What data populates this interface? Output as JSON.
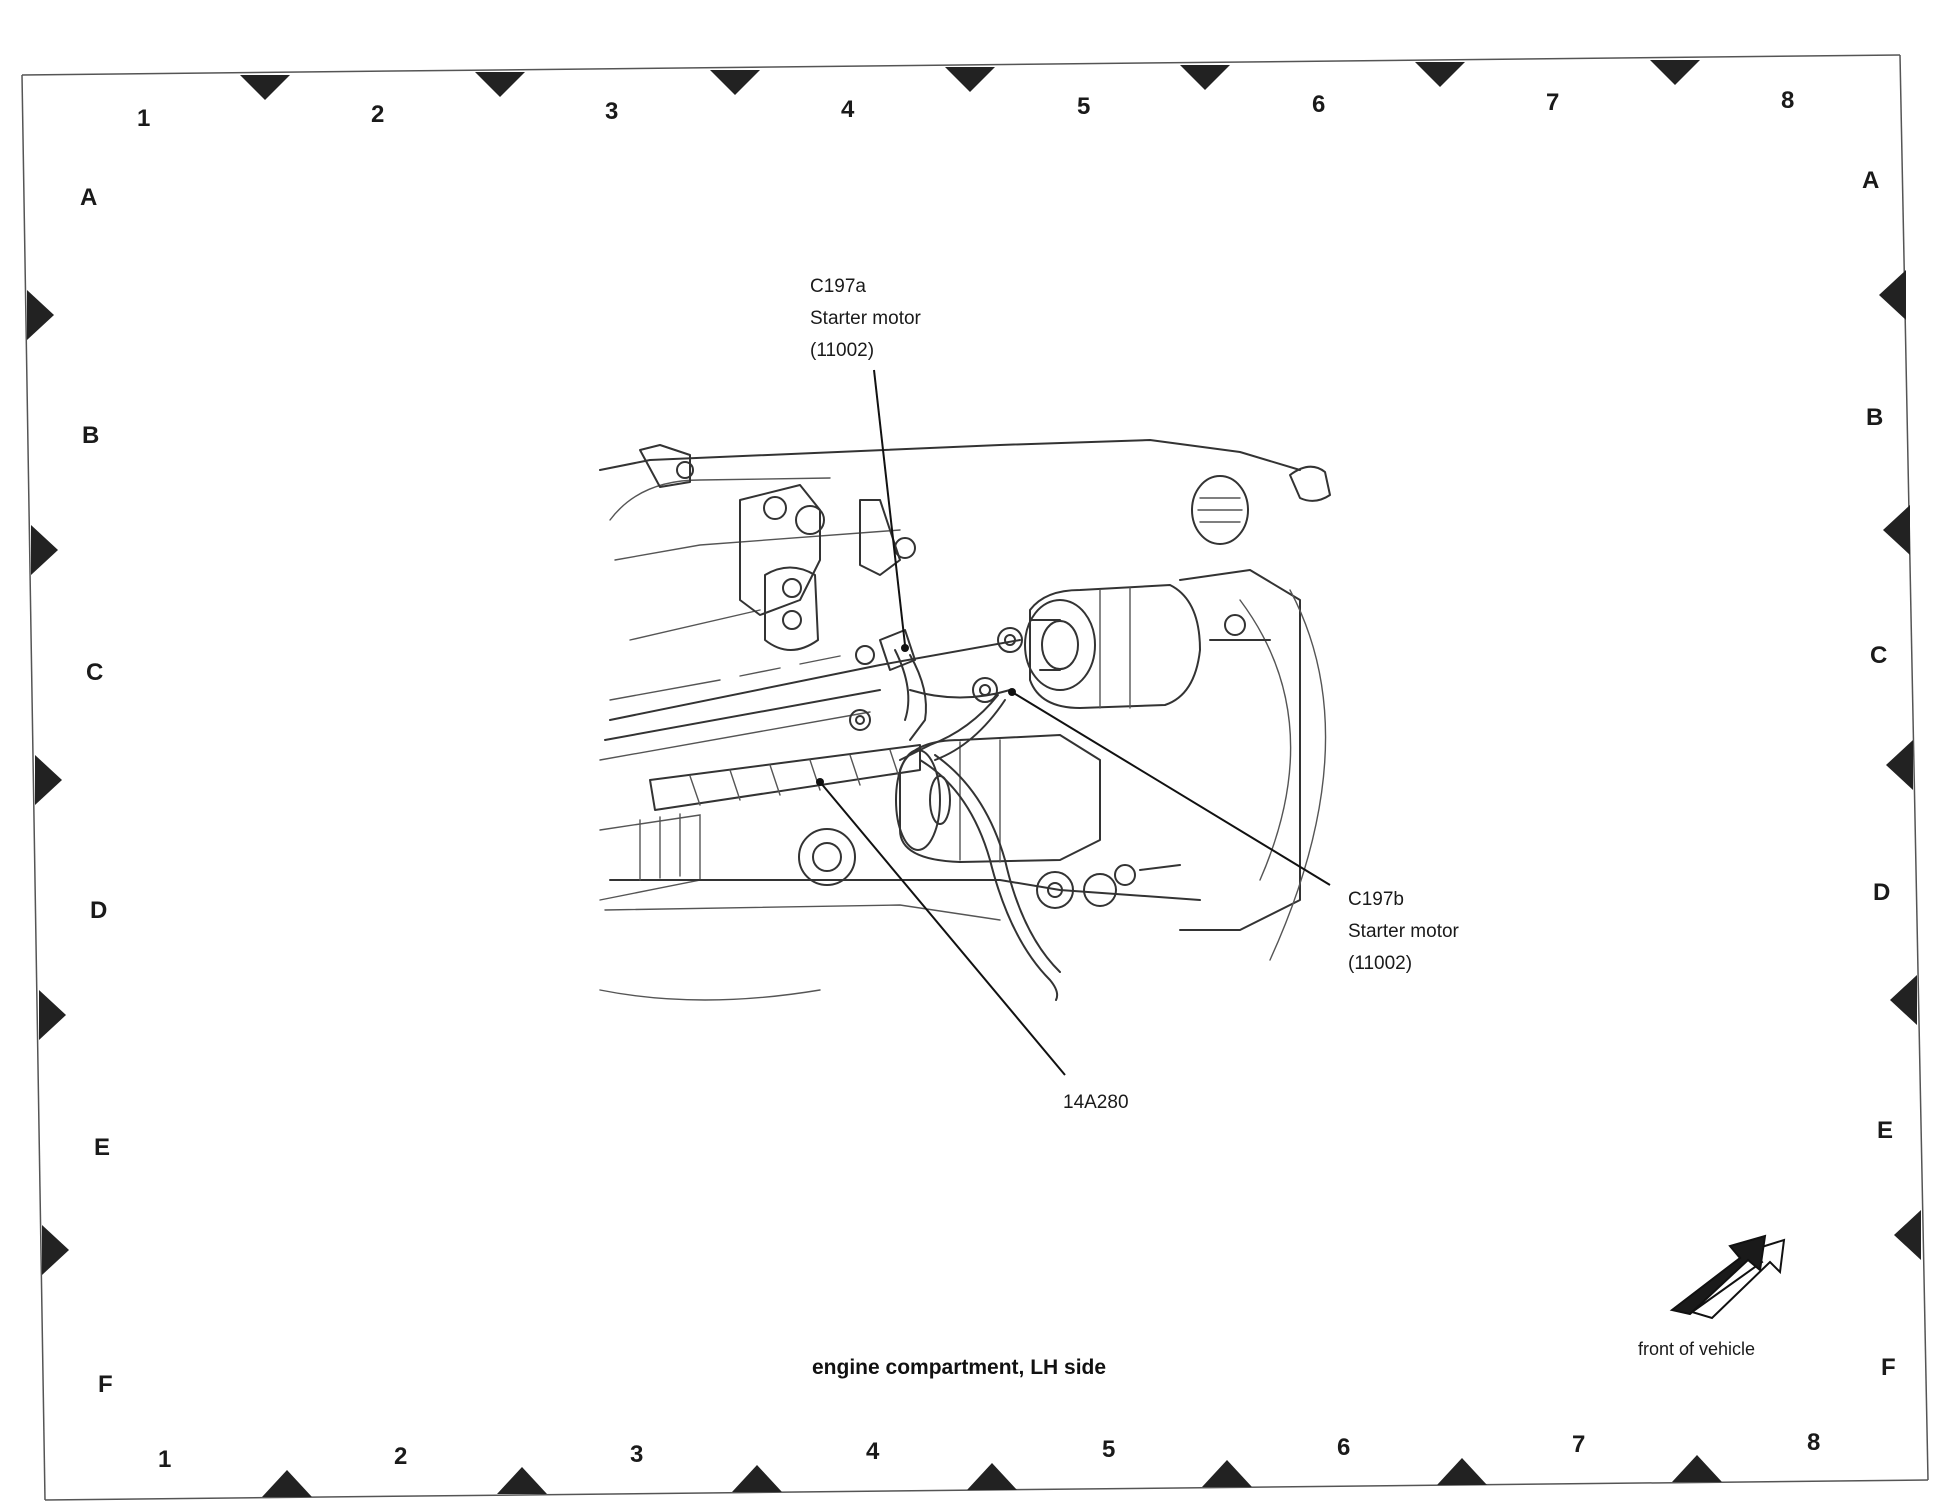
{
  "columns_top": [
    "1",
    "2",
    "3",
    "4",
    "5",
    "6",
    "7",
    "8"
  ],
  "columns_bottom": [
    "1",
    "2",
    "3",
    "4",
    "5",
    "6",
    "7",
    "8"
  ],
  "rows_left": [
    "A",
    "B",
    "C",
    "D",
    "E",
    "F"
  ],
  "rows_right": [
    "A",
    "B",
    "C",
    "D",
    "E",
    "F"
  ],
  "callouts": {
    "c197a": {
      "id": "C197a",
      "name": "Starter motor",
      "part": "(11002)"
    },
    "c197b": {
      "id": "C197b",
      "name": "Starter motor",
      "part": "(11002)"
    },
    "harness": {
      "id": "14A280"
    }
  },
  "title": "engine compartment, LH side",
  "orientation": {
    "label": "front of vehicle",
    "icon": "front-of-vehicle-arrow-icon"
  },
  "colors": {
    "line": "#333333",
    "marker": "#222222",
    "frame": "#555555"
  }
}
